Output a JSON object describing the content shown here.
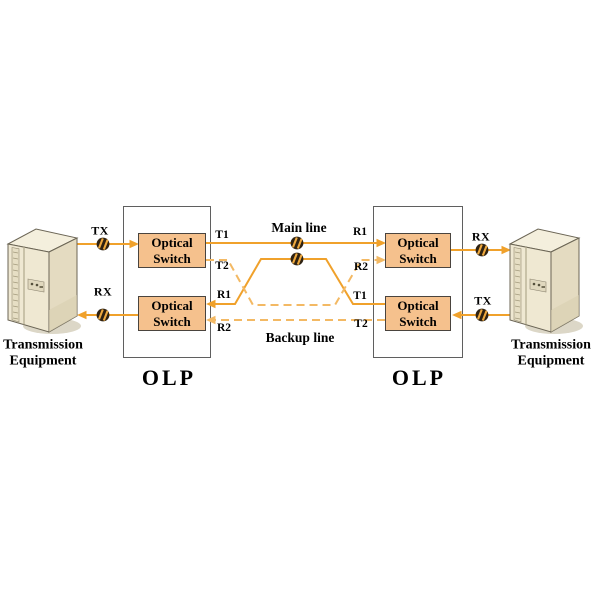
{
  "colors": {
    "line_solid": "#F0A12B",
    "line_dashed": "#F3B964",
    "switch_fill": "#F5C18D",
    "switch_border": "#4A443E",
    "olp_border": "#5F5F5F",
    "connector_body": "#2F2212",
    "connector_stripe": "#EFA93E",
    "text": "#000000"
  },
  "left_equipment": {
    "label": "Transmission\nEquipment",
    "tx": "TX",
    "rx": "RX"
  },
  "right_equipment": {
    "label": "Transmission\nEquipment",
    "rx": "RX",
    "tx": "TX"
  },
  "left_olp": {
    "label": "OLP",
    "switch_top": "Optical\nSwitch",
    "switch_bottom": "Optical\nSwitch",
    "ports": {
      "t1": "T1",
      "t2": "T2",
      "r1": "R1",
      "r2": "R2"
    }
  },
  "right_olp": {
    "label": "OLP",
    "switch_top": "Optical\nSwitch",
    "switch_bottom": "Optical\nSwitch",
    "ports": {
      "r1": "R1",
      "r2": "R2",
      "t1": "T1",
      "t2": "T2"
    }
  },
  "links": {
    "main_label": "Main line",
    "backup_label": "Backup line"
  }
}
